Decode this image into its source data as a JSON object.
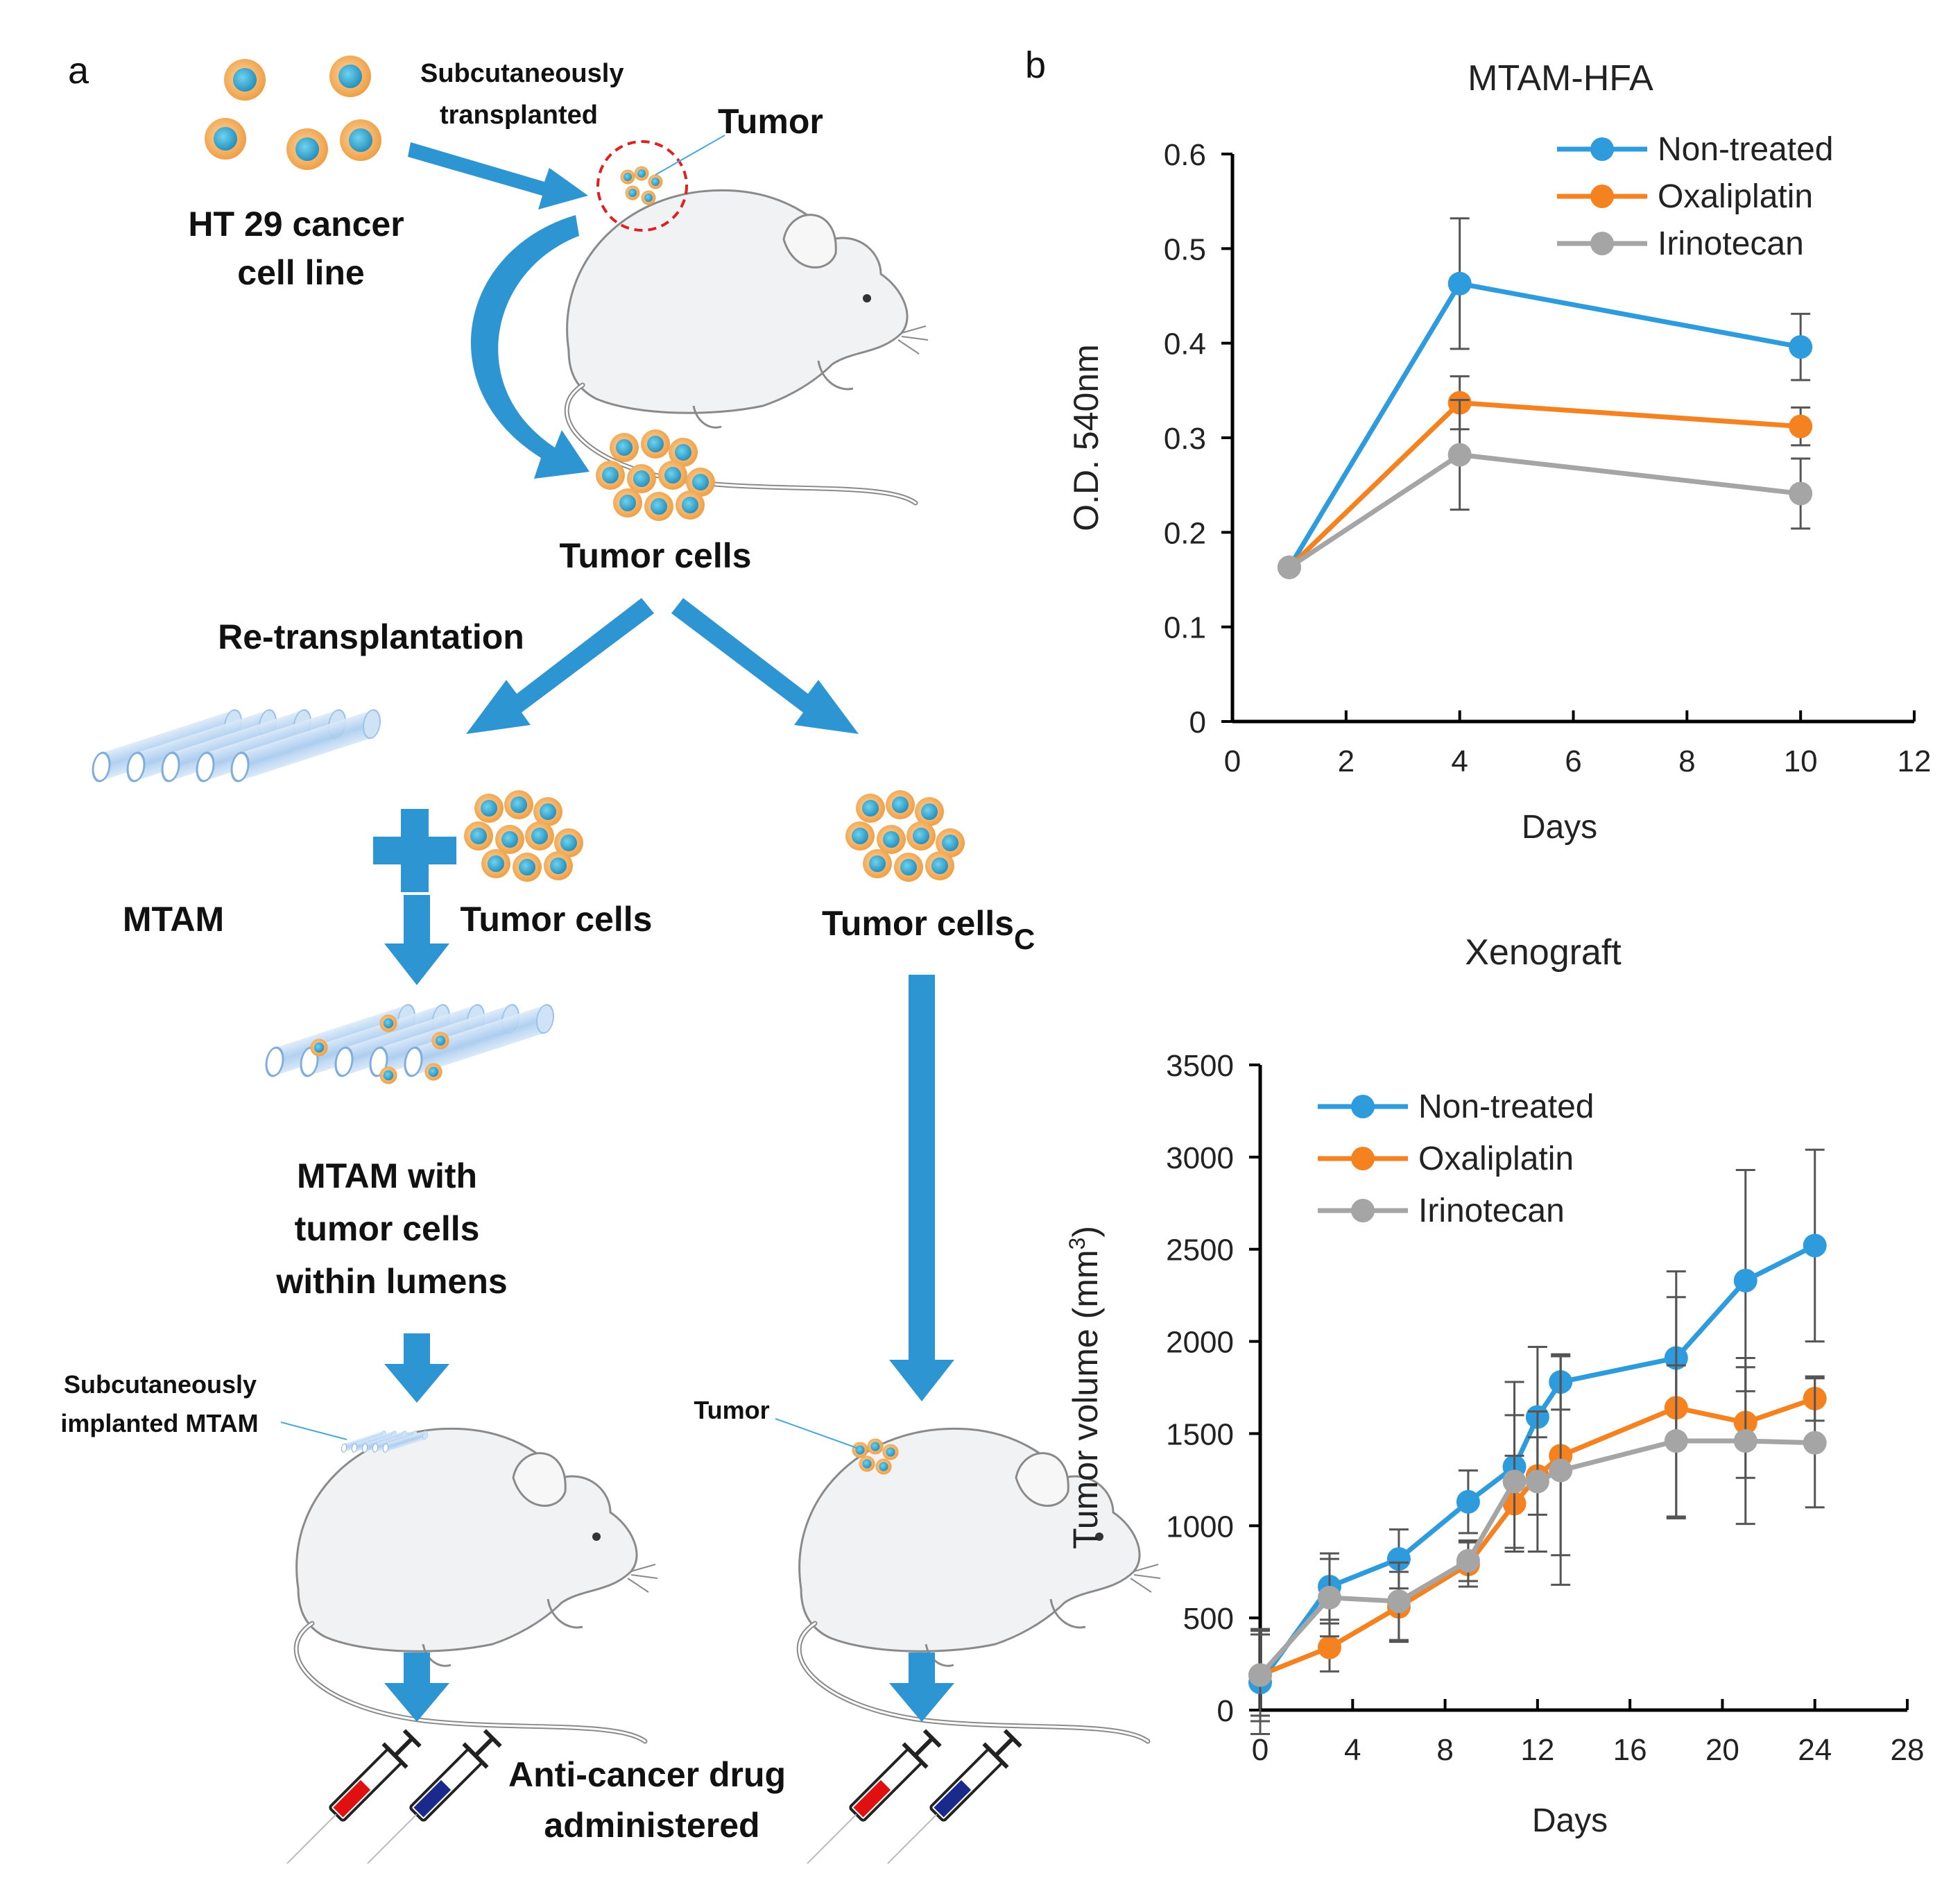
{
  "panel_a": {
    "letter": "a",
    "cell_line": [
      "HT 29 cancer",
      "cell line"
    ],
    "subcut_transplanted": [
      "Subcutaneously",
      "transplanted"
    ],
    "tumor_label": "Tumor",
    "tumor_cells_label": "Tumor cells",
    "retransplantation_label": "Re-transplantation",
    "mtam_label": "MTAM",
    "tumor_cells_left_label": "Tumor cells",
    "tumor_cells_right_label": "Tumor cells",
    "tumor_cells_right_suffix": "C",
    "mtam_with_cells": [
      "MTAM with",
      "tumor cells",
      "within lumens"
    ],
    "subcut_implanted": [
      "Subcutaneously",
      "implanted MTAM"
    ],
    "tumor_small_label": "Tumor",
    "drug_label": [
      "Anti-cancer drug",
      "administered"
    ],
    "colors": {
      "arrow": "#2E95D3",
      "cell_outer": "#F0A24B",
      "cell_inner": "#2B9CC4",
      "mouse_fill": "#F1F2F3",
      "mouse_stroke": "#8A8A8A",
      "dashed_circle": "#E02020"
    }
  },
  "panel_b": {
    "letter": "b"
  },
  "chart_data": [
    {
      "type": "line",
      "title": "MTAM-HFA",
      "xlabel": "Days",
      "ylabel": "O.D. 540nm",
      "xlim": [
        0,
        12
      ],
      "ylim": [
        0,
        0.6
      ],
      "xticks": [
        0,
        2,
        4,
        6,
        8,
        10,
        12
      ],
      "yticks": [
        0,
        0.1,
        0.2,
        0.3,
        0.4,
        0.5,
        0.6
      ],
      "x": [
        1,
        4,
        10
      ],
      "series": [
        {
          "name": "Non-treated",
          "color": "#2E9BDC",
          "values": [
            0.163,
            0.463,
            0.396
          ],
          "err": [
            0.004,
            0.069,
            0.035
          ]
        },
        {
          "name": "Oxaliplatin",
          "color": "#F58220",
          "values": [
            0.163,
            0.337,
            0.312
          ],
          "err": [
            0.004,
            0.028,
            0.02
          ]
        },
        {
          "name": "Irinotecan",
          "color": "#A5A5A5",
          "values": [
            0.163,
            0.282,
            0.241
          ],
          "err": [
            0.004,
            0.058,
            0.037
          ]
        }
      ],
      "legend": "top-right",
      "grid": false
    },
    {
      "type": "line",
      "title": "Xenograft",
      "xlabel": "Days",
      "ylabel": "Tumor volume (mm",
      "ylabel_sup": "3",
      "ylabel_end": ")",
      "xlim": [
        0,
        28
      ],
      "ylim": [
        0,
        3500
      ],
      "xticks": [
        0,
        4,
        8,
        12,
        16,
        20,
        24,
        28
      ],
      "yticks": [
        0,
        500,
        1000,
        1500,
        2000,
        2500,
        3000,
        3500
      ],
      "series": [
        {
          "name": "Non-treated",
          "color": "#2E9BDC",
          "x": [
            0,
            3,
            6,
            9,
            11,
            12,
            13,
            18,
            21,
            24
          ],
          "values": [
            150,
            670,
            820,
            1130,
            1320,
            1590,
            1780,
            1910,
            2330,
            2520
          ],
          "err": [
            280,
            180,
            160,
            170,
            460,
            380,
            150,
            470,
            600,
            520
          ]
        },
        {
          "name": "Oxaliplatin",
          "color": "#F58220",
          "x": [
            0,
            3,
            6,
            9,
            11,
            12,
            13,
            18,
            21,
            24
          ],
          "values": [
            190,
            340,
            560,
            790,
            1120,
            1270,
            1380,
            1640,
            1560,
            1690
          ],
          "err": [
            220,
            130,
            190,
            120,
            260,
            210,
            540,
            600,
            300,
            120
          ]
        },
        {
          "name": "Irinotecan",
          "color": "#A5A5A5",
          "x": [
            0,
            3,
            6,
            9,
            11,
            12,
            13,
            18,
            21,
            24
          ],
          "values": [
            190,
            610,
            590,
            810,
            1240,
            1240,
            1300,
            1460,
            1460,
            1450
          ],
          "err": [
            250,
            210,
            210,
            110,
            360,
            380,
            620,
            410,
            450,
            350
          ]
        }
      ],
      "legend": "top-left",
      "grid": false
    }
  ]
}
